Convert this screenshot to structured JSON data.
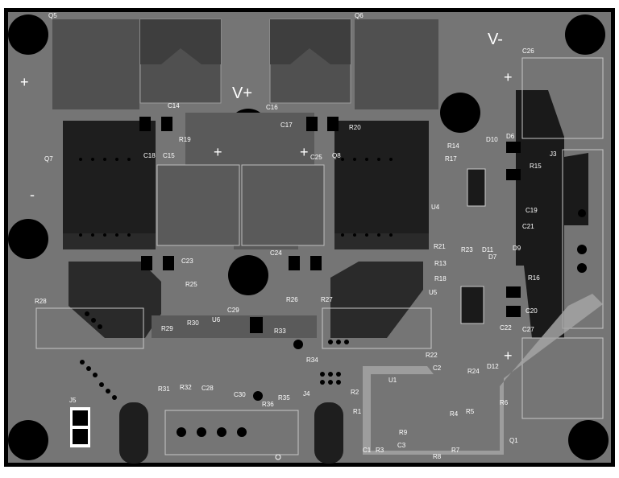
{
  "board": {
    "power_labels": {
      "v_plus": "V+",
      "v_minus": "V-"
    },
    "polarity": {
      "plus": "+",
      "minus": "-"
    },
    "mosfets": [
      "Q5",
      "Q6",
      "Q7",
      "Q8",
      "Q1"
    ],
    "capacitors": [
      "C14",
      "C15",
      "C16",
      "C17",
      "C18",
      "C19",
      "C20",
      "C21",
      "C22",
      "C23",
      "C24",
      "C25",
      "C26",
      "C27",
      "C28",
      "C29",
      "C30",
      "C1",
      "C2",
      "C3"
    ],
    "resistors": [
      "R1",
      "R2",
      "R3",
      "R4",
      "R5",
      "R6",
      "R7",
      "R8",
      "R9",
      "R13",
      "R14",
      "R15",
      "R16",
      "R17",
      "R18",
      "R19",
      "R20",
      "R21",
      "R22",
      "R23",
      "R24",
      "R25",
      "R26",
      "R27",
      "R28",
      "R29",
      "R30",
      "R31",
      "R32",
      "R33",
      "R34",
      "R35",
      "R36"
    ],
    "diodes": [
      "D6",
      "D7",
      "D9",
      "D10",
      "D11",
      "D12"
    ],
    "ics": [
      "U1",
      "U4",
      "U5",
      "U6"
    ],
    "connectors": [
      "J3",
      "J4",
      "J5"
    ]
  }
}
